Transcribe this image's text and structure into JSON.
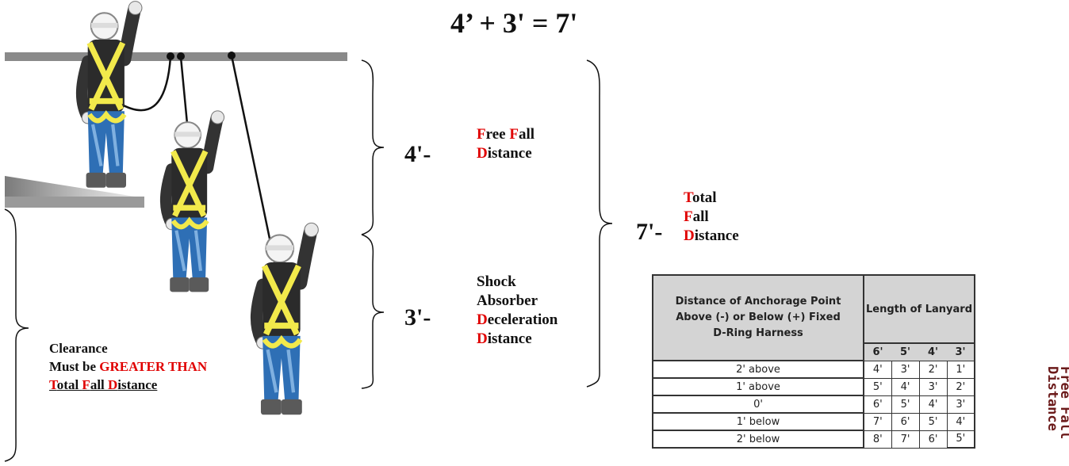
{
  "equation": {
    "a": "4’",
    "plus": " + ",
    "b": "3'",
    "equals": " = ",
    "c": "7'"
  },
  "free_fall": {
    "number": "4'-",
    "line1_initial": "F",
    "line1_rest_a": "ree ",
    "line1_initial_b": "F",
    "line1_rest_b": "all",
    "line2_initial": "D",
    "line2_rest": "istance"
  },
  "shock": {
    "number": "3'-",
    "line1": "Shock",
    "line2": "Absorber",
    "line3_initial": "D",
    "line3_rest": "eceleration",
    "line4_initial": "D",
    "line4_rest": "istance"
  },
  "total": {
    "number": "7'-",
    "line1_initial": "T",
    "line1_rest": "otal",
    "line2_initial": "F",
    "line2_rest": "all",
    "line3_initial": "D",
    "line3_rest": "istance"
  },
  "clearance": {
    "line1": "Clearance",
    "line2_prefix": "Must be ",
    "line2_highlight": "GREATER THAN",
    "line3_t": "T",
    "line3_a": "otal ",
    "line3_f": "F",
    "line3_b": "all ",
    "line3_d": "D",
    "line3_c": "istance"
  },
  "table": {
    "header": "Distance of Anchorage Point Above (-) or Below (+) Fixed D-Ring Harness",
    "length_header": "Length of Lanyard",
    "lengths": [
      "6'",
      "5'",
      "4'",
      "3'"
    ],
    "rows": [
      {
        "label": "2' above",
        "values": [
          "4'",
          "3'",
          "2'",
          "1'"
        ]
      },
      {
        "label": "1' above",
        "values": [
          "5'",
          "4'",
          "3'",
          "2'"
        ]
      },
      {
        "label": "0'",
        "values": [
          "6'",
          "5'",
          "4'",
          "3'"
        ]
      },
      {
        "label": "1' below",
        "values": [
          "7'",
          "6'",
          "5'",
          "4'"
        ]
      },
      {
        "label": "2' below",
        "values": [
          "8'",
          "7'",
          "6'",
          "5'"
        ]
      }
    ],
    "side_label_1": "Free Fall",
    "side_label_2": "Distance"
  },
  "colors": {
    "accent_red": "#e00000",
    "side_label_dark": "#6b1a1a",
    "harness_yellow": "#f2e94b",
    "jeans_blue": "#2e6fb5"
  }
}
